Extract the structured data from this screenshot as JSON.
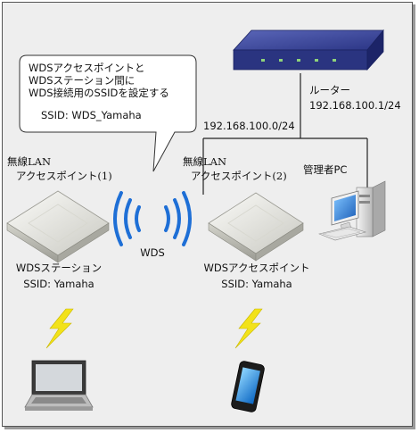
{
  "callout": {
    "line1": "WDSアクセスポイントと",
    "line2": "WDSステーション間に",
    "line3": "WDS接続用のSSIDを設定する",
    "ssid": "SSID: WDS_Yamaha"
  },
  "router": {
    "label": "ルーター",
    "ip": "192.168.100.1/24"
  },
  "network": {
    "subnet": "192.168.100.0/24"
  },
  "ap1": {
    "caption1": "無線LAN",
    "caption2": "アクセスポイント(1)",
    "role": "WDSステーション",
    "ssid": "SSID: Yamaha"
  },
  "ap2": {
    "caption1": "無線LAN",
    "caption2": "アクセスポイント(2)",
    "role": "WDSアクセスポイント",
    "ssid": "SSID: Yamaha"
  },
  "wds_label": "WDS",
  "admin_pc": {
    "label": "管理者PC"
  },
  "colors": {
    "background": "#eeeeee",
    "router": "#2e3a8c",
    "wds_waves": "#1e6fd6",
    "lightning": "#f2e21a"
  }
}
